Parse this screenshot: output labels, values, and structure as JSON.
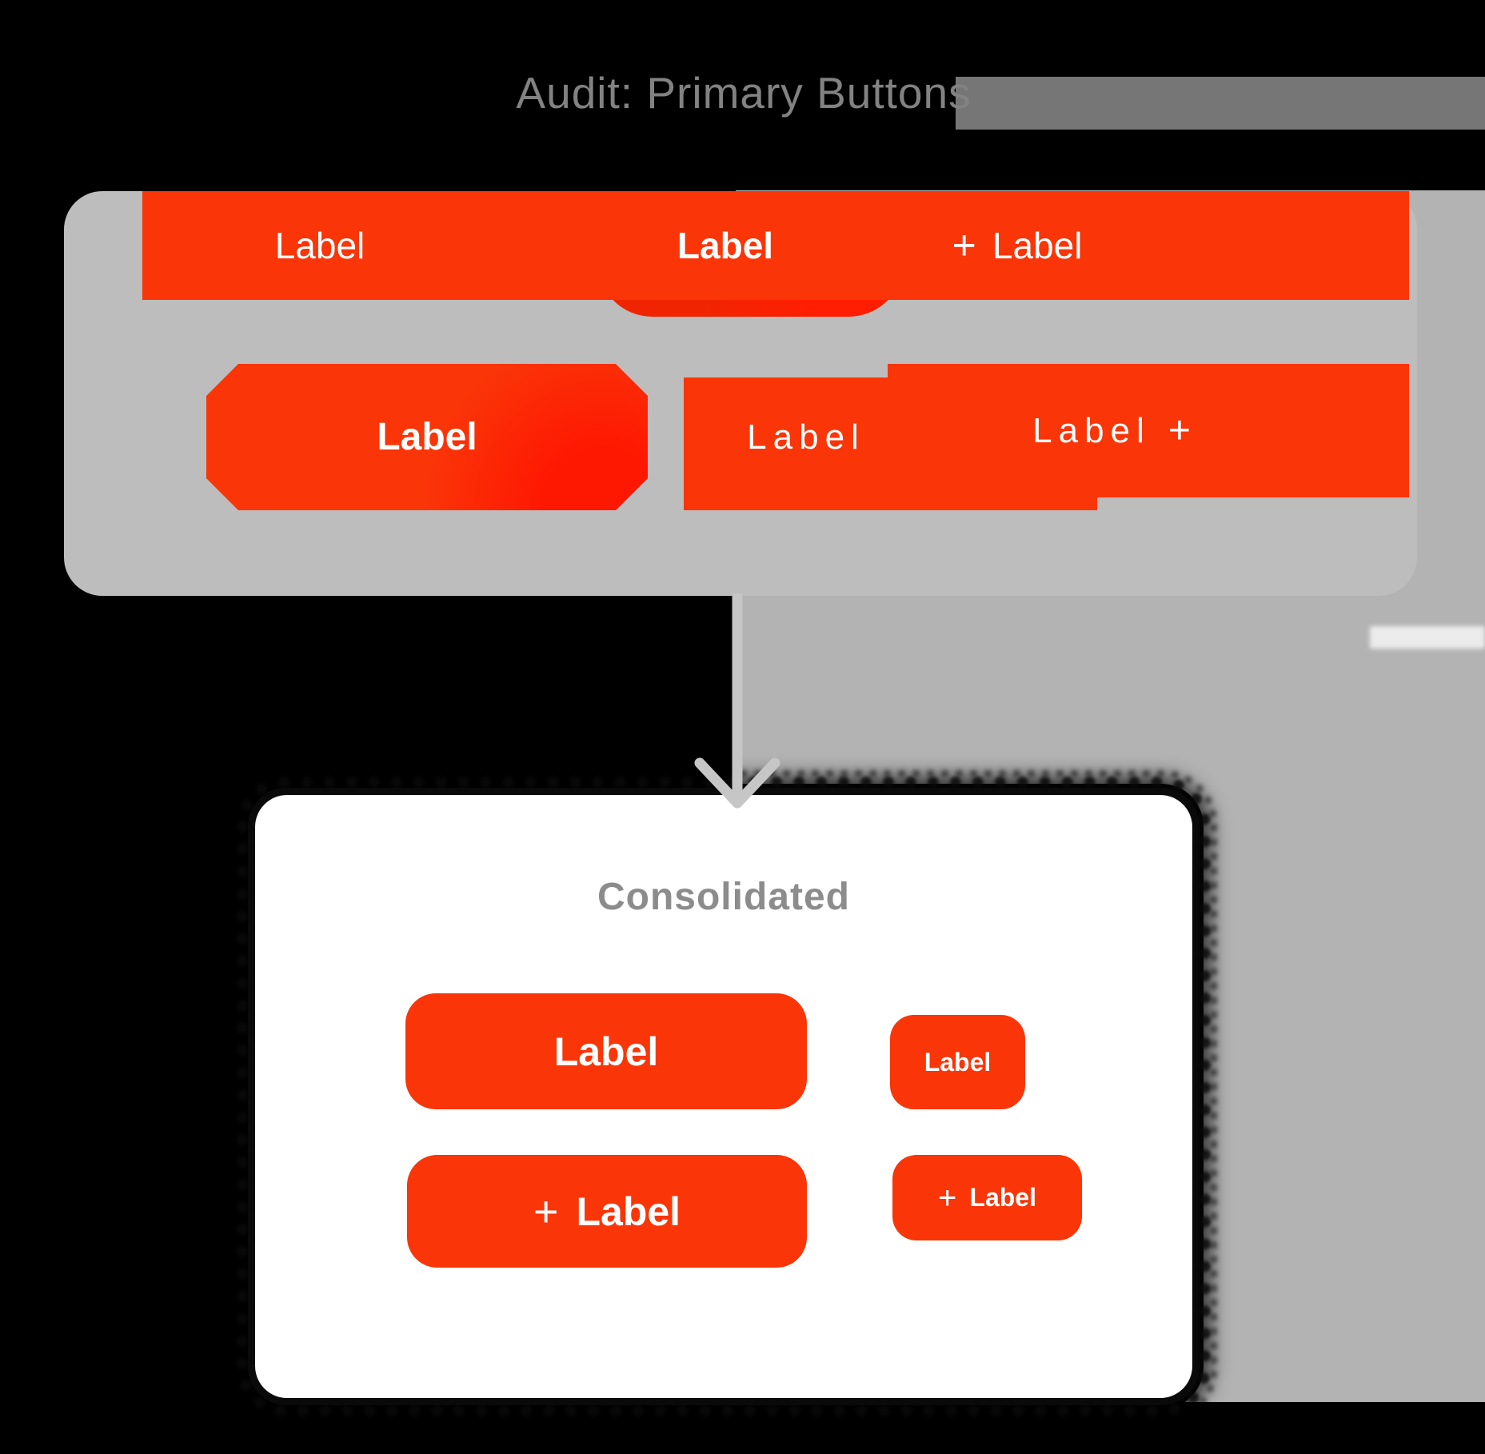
{
  "colors": {
    "background": "#000000",
    "orange": "#fa3508",
    "orange_deep": "#f02500",
    "panel_light": "#bdbdbd",
    "panel_mid": "#b3b3b3",
    "title_band": "#767676",
    "title_text": "#828282",
    "arrow": "#c6c6c6",
    "card_bg": "#ffffff",
    "card_title": "#8c8c8c",
    "button_text": "#ffffff"
  },
  "header": {
    "title": "Audit: Primary Buttons"
  },
  "source_panel": {
    "top_bar": {
      "left_label": "Label",
      "center_label": "Label",
      "add_plus": "+",
      "add_label": "Label"
    },
    "second_row": {
      "left_label": "Label",
      "middle_label": "Label",
      "right_label": "Label",
      "right_plus": "+"
    }
  },
  "card": {
    "title": "Consolidated",
    "large_primary_label": "Label",
    "small_primary_label": "Label",
    "large_add_plus": "+",
    "large_add_label": "Label",
    "small_add_plus": "+",
    "small_add_label": "Label"
  }
}
